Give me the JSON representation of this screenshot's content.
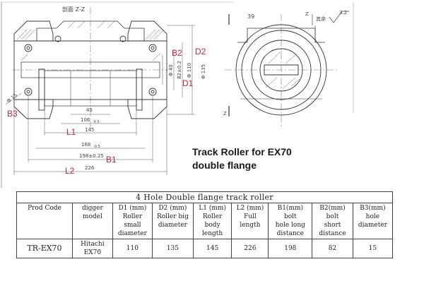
{
  "drawing": {
    "section_label": "剖面 Z-Z",
    "section_marker": "Z",
    "surface_note": "其余",
    "roughness_value": "3.2",
    "markers": {
      "b2": "B2",
      "d2": "D2",
      "d1": "D1",
      "b3": "B3",
      "l1": "L1",
      "b1": "B1",
      "l2": "L2"
    },
    "dims": {
      "d40": "Φ 40",
      "d82": "82±0.2",
      "d110": "Φ 110",
      "d135": "Φ 135",
      "d45": "45",
      "d106": "106",
      "d106_tol": "-0.5",
      "d145": "145",
      "d168": "168",
      "d168_tol": "-0.5",
      "d198": "198±0.25",
      "d226": "226",
      "d39": "39",
      "d15": "Φ 15"
    }
  },
  "caption": {
    "line1": "Track Roller for EX70",
    "line2": "double flange"
  },
  "table": {
    "title": "4 Hole Double flange track roller",
    "headers": [
      "Prod Code",
      "digger\nmodel",
      "D1 (mm)\nRoller\nsmall\ndiameter",
      "D2 (mm)\nRoller big\ndiameter",
      "L1 (mm)\nRoller\nbody\nlength",
      "L2 (mm)\nFull\nlength",
      "B1(mm)\nbolt\nhole long\ndistance",
      "B2(mm)\nbolt\nshort\ndistance",
      "B3(mm)\nhole\ndiameter"
    ],
    "rows": [
      [
        "TR-EX70",
        "Hitachi\nEX70",
        "110",
        "135",
        "145",
        "226",
        "198",
        "82",
        "15"
      ]
    ]
  }
}
